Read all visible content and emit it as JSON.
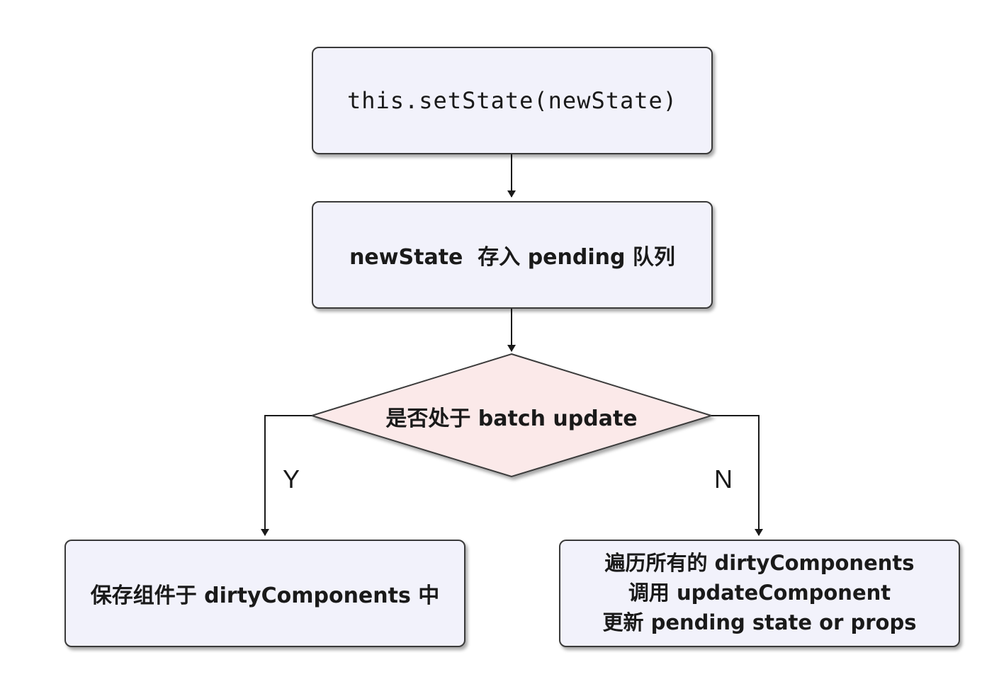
{
  "diagram": {
    "node_set_state": {
      "text": "this.setState(newState)"
    },
    "node_pending_queue": {
      "text": "newState  存入 pending 队列"
    },
    "decision_batch": {
      "text": "是否处于 batch update"
    },
    "branch_yes": {
      "label": "Y"
    },
    "branch_no": {
      "label": "N"
    },
    "node_save_dirty": {
      "text": "保存组件于 dirtyComponents 中"
    },
    "node_update": {
      "line1": "遍历所有的 dirtyComponents",
      "line2": "调用 updateComponent",
      "line3": "更新 pending state or props"
    },
    "colors": {
      "box_fill": "#f2f2fb",
      "decision_fill": "#fbe9e9",
      "stroke": "#3a3a3a"
    }
  }
}
